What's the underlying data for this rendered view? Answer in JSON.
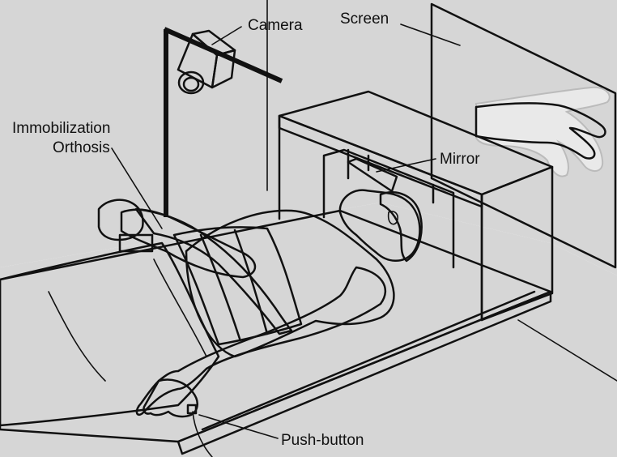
{
  "labels": {
    "camera": "Camera",
    "screen": "Screen",
    "orthosis_line1": "Immobilization",
    "orthosis_line2": "Orthosis",
    "mirror": "Mirror",
    "push_button": "Push-button"
  },
  "colors": {
    "wall": "#d6d6d6",
    "skin": "#a8a8a8",
    "orthosis": "#555555",
    "outline": "#111111",
    "white": "#ffffff",
    "hand_reflection": "#e9e9e9"
  }
}
